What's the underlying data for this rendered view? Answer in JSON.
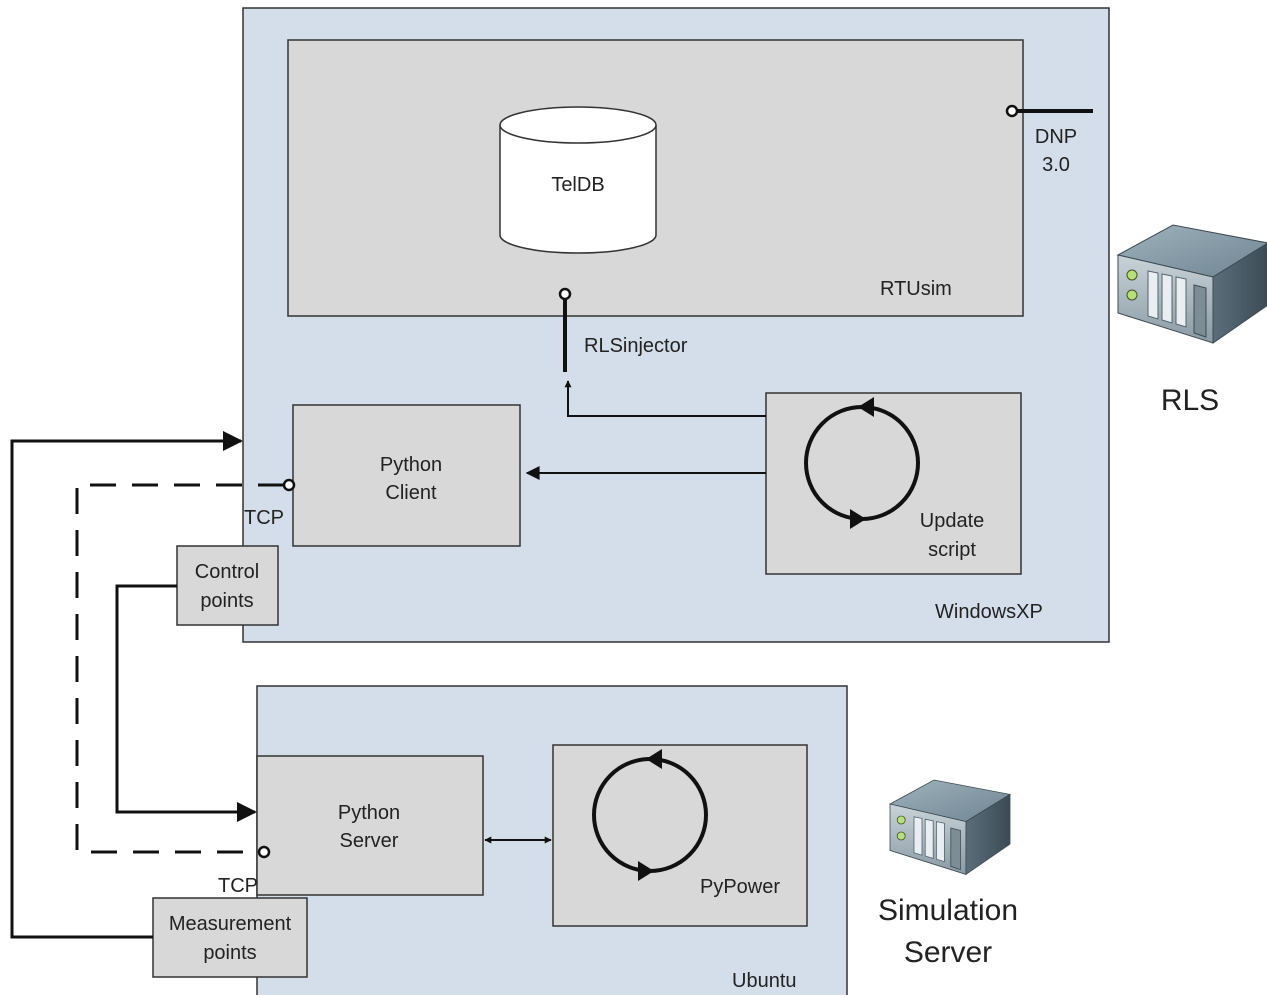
{
  "colors": {
    "os_fill": "#d4deea",
    "box_fill": "#d8d8d8",
    "stroke": "#333333",
    "line": "#111111"
  },
  "windows_xp": {
    "label": "WindowsXP"
  },
  "rtusim": {
    "label": "RTUsim",
    "database": "TelDB"
  },
  "dnp": {
    "line1": "DNP",
    "line2": "3.0"
  },
  "rls_injector": {
    "label": "RLSinjector"
  },
  "python_client": {
    "line1": "Python",
    "line2": "Client"
  },
  "update_script": {
    "line1": "Update",
    "line2": "script"
  },
  "tcp_client": {
    "label": "TCP"
  },
  "control_points": {
    "line1": "Control",
    "line2": "points"
  },
  "ubuntu": {
    "label": "Ubuntu"
  },
  "python_server": {
    "line1": "Python",
    "line2": "Server"
  },
  "pypower": {
    "label": "PyPower"
  },
  "tcp_server": {
    "label": "TCP"
  },
  "measurement_points": {
    "line1": "Measurement",
    "line2": "points"
  },
  "rls_machine": {
    "label": "RLS",
    "icon": "server-rack-icon"
  },
  "simulation_server": {
    "line1": "Simulation",
    "line2": "Server",
    "icon": "server-rack-icon"
  }
}
